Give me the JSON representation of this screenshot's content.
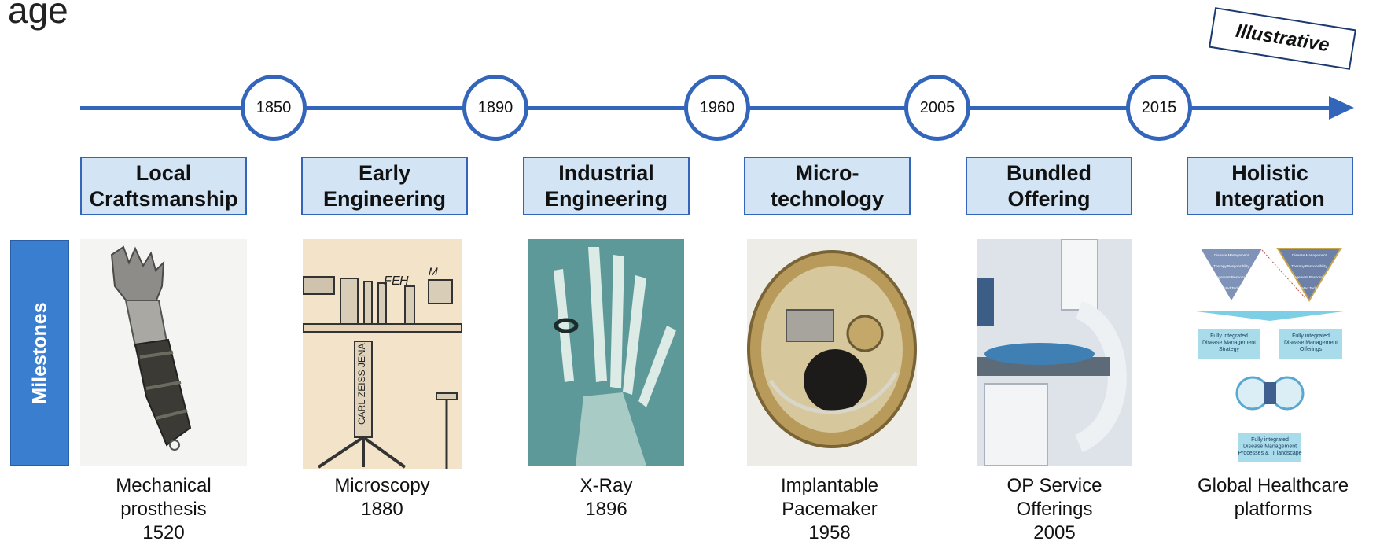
{
  "header": {
    "title_fragment": "age",
    "badge": "Illustrative"
  },
  "timeline": {
    "years": [
      "1850",
      "1890",
      "1960",
      "2005",
      "2015"
    ]
  },
  "phases": [
    "Local\nCraftsmanship",
    "Early\nEngineering",
    "Industrial\nEngineering",
    "Micro-\ntechnology",
    "Bundled\nOffering",
    "Holistic\nIntegration"
  ],
  "milestones": {
    "label": "Milestones",
    "items": [
      {
        "caption": "Mechanical\nprosthesis\n1520"
      },
      {
        "caption": "Microscopy\n1880"
      },
      {
        "caption": "X-Ray\n1896"
      },
      {
        "caption": "Implantable\nPacemaker\n1958"
      },
      {
        "caption": "OP Service\nOfferings\n2005"
      },
      {
        "caption": "Global Healthcare\nplatforms"
      }
    ]
  },
  "microscope_image": {
    "brand": "CARL ZEISS JENA",
    "letters": [
      "F",
      "E",
      "H",
      "M"
    ]
  },
  "platform_diagram": {
    "triangle_left": [
      "Disease Management",
      "Therapy Responsibility",
      "Management Responsibility",
      "Med Tech"
    ],
    "triangle_right": [
      "Disease Management",
      "Therapy Responsibility",
      "Management Responsibility",
      "Med Tech"
    ],
    "box_left": "Fully integrated\nDisease Management\nStrategy",
    "box_right": "Fully integrated\nDisease Management\nOfferings",
    "box_bottom": "Fully integrated\nDisease Management\nProcesses & IT landscape"
  }
}
